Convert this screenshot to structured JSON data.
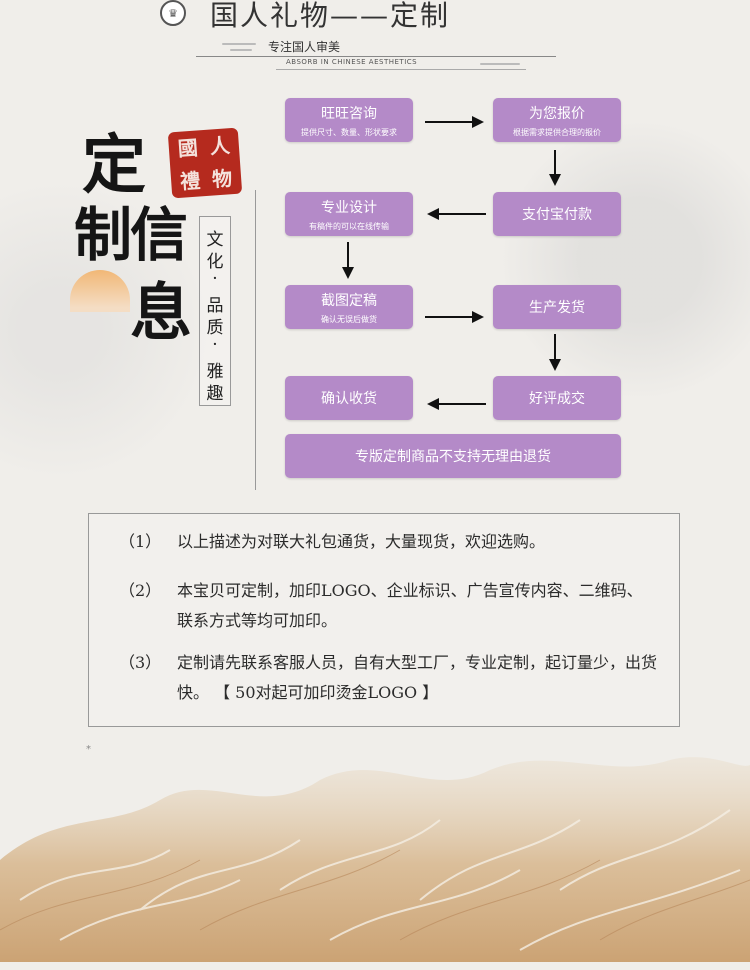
{
  "header": {
    "title": "国人礼物——定制",
    "subtitle": "专注国人审美",
    "subtitle_en": "ABSORB IN CHINESE AESTHETICS"
  },
  "side": {
    "chars": [
      "定",
      "制",
      "信",
      "息"
    ],
    "seal_text": "國人禮物",
    "motto": [
      "文",
      "化",
      "·",
      "品",
      "质",
      "·",
      "雅",
      "趣"
    ]
  },
  "flow": {
    "steps": [
      {
        "title": "旺旺咨询",
        "note": "提供尺寸、数量、形状要求"
      },
      {
        "title": "为您报价",
        "note": "根据需求提供合理的报价"
      },
      {
        "title": "支付宝付款",
        "note": ""
      },
      {
        "title": "专业设计",
        "note": "有稿件的可以在线传输"
      },
      {
        "title": "截图定稿",
        "note": "确认无误后做货"
      },
      {
        "title": "生产发货",
        "note": ""
      },
      {
        "title": "好评成交",
        "note": ""
      },
      {
        "title": "确认收货",
        "note": ""
      }
    ],
    "banner": "专版定制商品不支持无理由退货"
  },
  "notes": [
    {
      "num": "（1）",
      "text": "以上描述为对联大礼包通货，大量现货，欢迎选购。"
    },
    {
      "num": "（2）",
      "text": "本宝贝可定制，加印LOGO、企业标识、广告宣传内容、二维码、联系方式等均可加印。"
    },
    {
      "num": "（3）",
      "text": "定制请先联系客服人员，自有大型工厂，专业定制，起订量少，出货快。 【 50对起可加印烫金LOGO 】"
    }
  ],
  "decor": {
    "star": "*"
  },
  "colors": {
    "box": "#b48ac8",
    "seal": "#b52a1e"
  },
  "icons": {
    "arrow": "arrow-icon",
    "logo": "lion-emblem-icon",
    "seal": "red-seal-icon"
  }
}
